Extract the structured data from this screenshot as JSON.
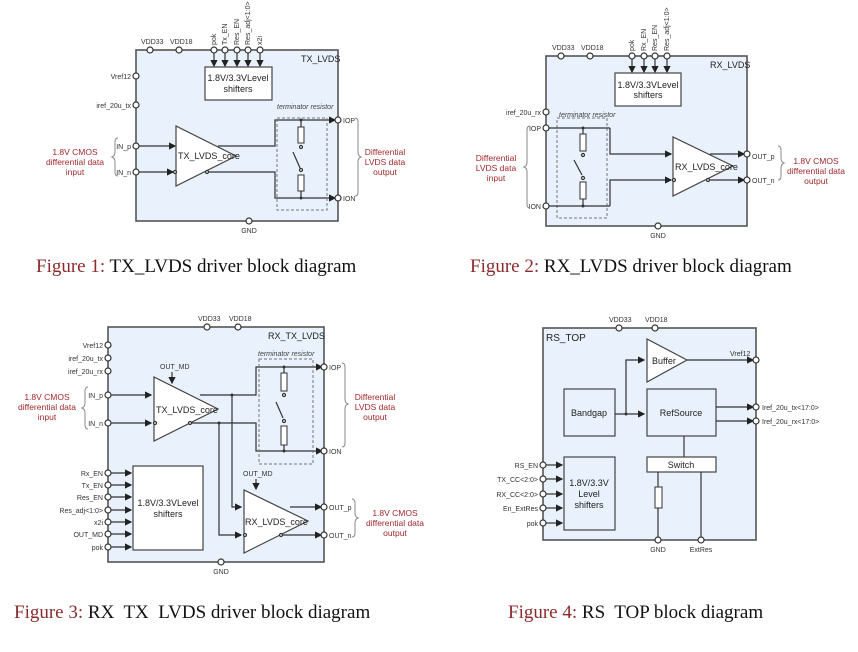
{
  "figures": [
    {
      "caption_prefix": "Figure 1:",
      "caption_text": " TX_LVDS driver block diagram",
      "block_name": "TX_LVDS",
      "top_pins": [
        "VDD33",
        "VDD18"
      ],
      "control_pins": [
        "pok",
        "Tx_EN",
        "Res_EN",
        "Res_adj<1:0>",
        "x2i"
      ],
      "left_pins": [
        "Vref12",
        "iref_20u_tx",
        "IN_p",
        "IN_n"
      ],
      "right_pins": [
        "IOP",
        "ION"
      ],
      "bottom_pins": [
        "GND"
      ],
      "level_shifter": [
        "1.8V/3.3VLevel",
        "shifters"
      ],
      "core": "TX_LVDS_core",
      "terminator_label": "terminator resistor",
      "input_note": [
        "1.8V CMOS",
        "differential data",
        "input"
      ],
      "output_note": [
        "Differential",
        "LVDS data",
        "output"
      ]
    },
    {
      "caption_prefix": "Figure 2:",
      "caption_text": " RX_LVDS driver block diagram",
      "block_name": "RX_LVDS",
      "top_pins": [
        "VDD33",
        "VDD18"
      ],
      "control_pins": [
        "pok",
        "Rx_EN",
        "Res_EN",
        "Res_adj<1:0>"
      ],
      "left_pins": [
        "iref_20u_rx",
        "IOP",
        "ION"
      ],
      "right_pins": [
        "OUT_p",
        "OUT_n"
      ],
      "bottom_pins": [
        "GND"
      ],
      "level_shifter": [
        "1.8V/3.3VLevel",
        "shifters"
      ],
      "core": "RX_LVDS_core",
      "terminator_label": "terminator resistor",
      "input_note": [
        "Differential",
        "LVDS data",
        "input"
      ],
      "output_note": [
        "1.8V CMOS",
        "differential data",
        "output"
      ]
    },
    {
      "caption_prefix": "Figure 3:",
      "caption_text": " RX  TX  LVDS driver block diagram",
      "block_name": "RX_TX_LVDS",
      "top_pins": [
        "VDD33",
        "VDD18"
      ],
      "left_pins_top": [
        "Vref12",
        "iref_20u_tx",
        "iref_20u_rx",
        "IN_p",
        "IN_n"
      ],
      "control_pins": [
        "Rx_EN",
        "Tx_EN",
        "Res_EN",
        "Res_adj<1:0>",
        "x2i",
        "OUT_MD",
        "pok"
      ],
      "right_pins": [
        "IOP",
        "ION",
        "OUT_p",
        "OUT_n"
      ],
      "bottom_pins": [
        "GND"
      ],
      "level_shifter": [
        "1.8V/3.3VLevel",
        "shifters"
      ],
      "tx_core": "TX_LVDS_core",
      "rx_core": "RX_LVDS_core",
      "out_md": "OUT_MD",
      "terminator_label": "terminator resistor",
      "input_note": [
        "1.8V CMOS",
        "differential data",
        "input"
      ],
      "output_note_lvds": [
        "Differential",
        "LVDS data",
        "output"
      ],
      "output_note_cmos": [
        "1.8V CMOS",
        "differential data",
        "output"
      ]
    },
    {
      "caption_prefix": "Figure 4:",
      "caption_text": " RS  TOP block diagram",
      "block_name": "RS_TOP",
      "top_pins": [
        "VDD33",
        "VDD18"
      ],
      "left_pins": [
        "RS_EN",
        "TX_CC<2:0>",
        "RX_CC<2:0>",
        "En_ExtRes",
        "pok"
      ],
      "right_pins": [
        "Vref12",
        "Iref_20u_tx<17:0>",
        "Iref_20u_rx<17:0>"
      ],
      "bottom_pins": [
        "GND",
        "ExtRes"
      ],
      "buffer": "Buffer",
      "bandgap": "Bandgap",
      "refsource": "RefSource",
      "switch": "Switch",
      "level_shifter": [
        "1.8V/3.3V",
        "Level",
        "shifters"
      ]
    }
  ]
}
